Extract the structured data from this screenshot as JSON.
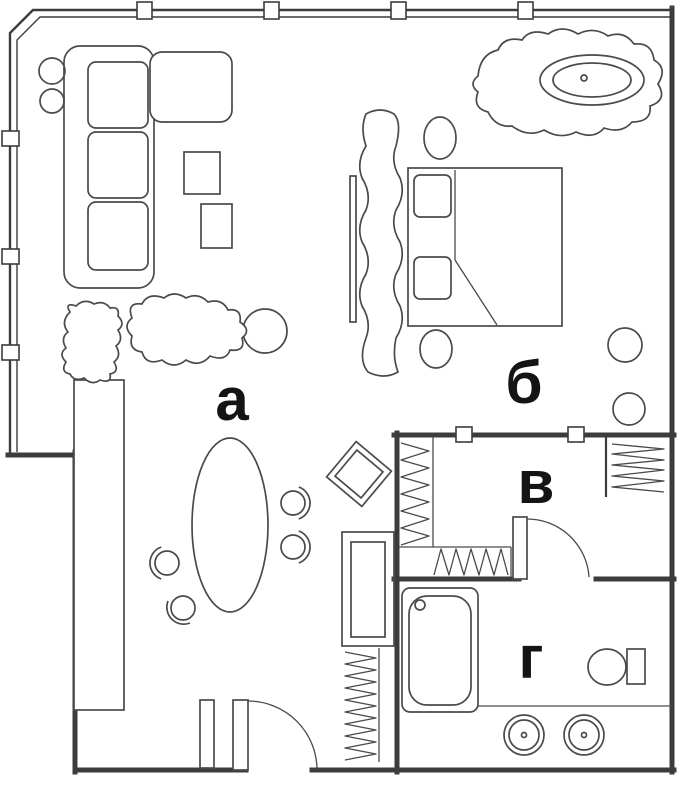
{
  "plan": {
    "type": "apartment-floor-plan",
    "background": "#ffffff",
    "wall_color": "#3c3c3c",
    "furniture_line_color": "#4a4a4a",
    "label_color": "#141414"
  },
  "rooms": {
    "living": {
      "label": "а"
    },
    "bedroom": {
      "label": "б"
    },
    "wardrobe": {
      "label": "в"
    },
    "bathroom": {
      "label": "г"
    }
  },
  "symbols": [
    "corner-sofa",
    "side-table",
    "coffee-table",
    "plant",
    "rug",
    "tall-cabinet",
    "dining-table",
    "dining-chair",
    "ottoman",
    "double-bed",
    "pillow",
    "headboard",
    "tv-panel",
    "nightstand",
    "stool",
    "decor-plant",
    "hanging-clothes-rack",
    "door-swing",
    "hall-cabinet",
    "coat-rack",
    "bathtub",
    "toilet",
    "sink",
    "window-pier",
    "wall-notch"
  ]
}
